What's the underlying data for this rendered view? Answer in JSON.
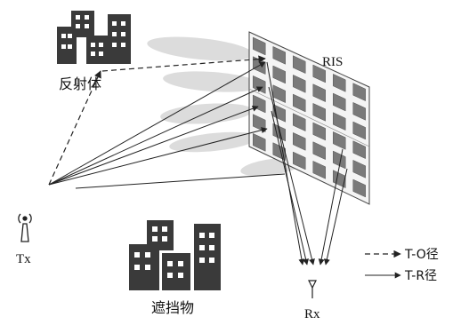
{
  "labels": {
    "ris": "RIS",
    "reflector": "反射体",
    "obstacle": "遮挡物",
    "tx": "Tx",
    "rx": "Rx"
  },
  "legend": {
    "items": [
      {
        "style": "dashed",
        "label": "T-O径"
      },
      {
        "style": "solid",
        "label": "T-R径"
      }
    ]
  },
  "colors": {
    "building": "#3a3a3a",
    "beam": "#dcdcdc",
    "panel": "#f4f4f4",
    "element": "#7a7a7a",
    "line": "#222222"
  }
}
